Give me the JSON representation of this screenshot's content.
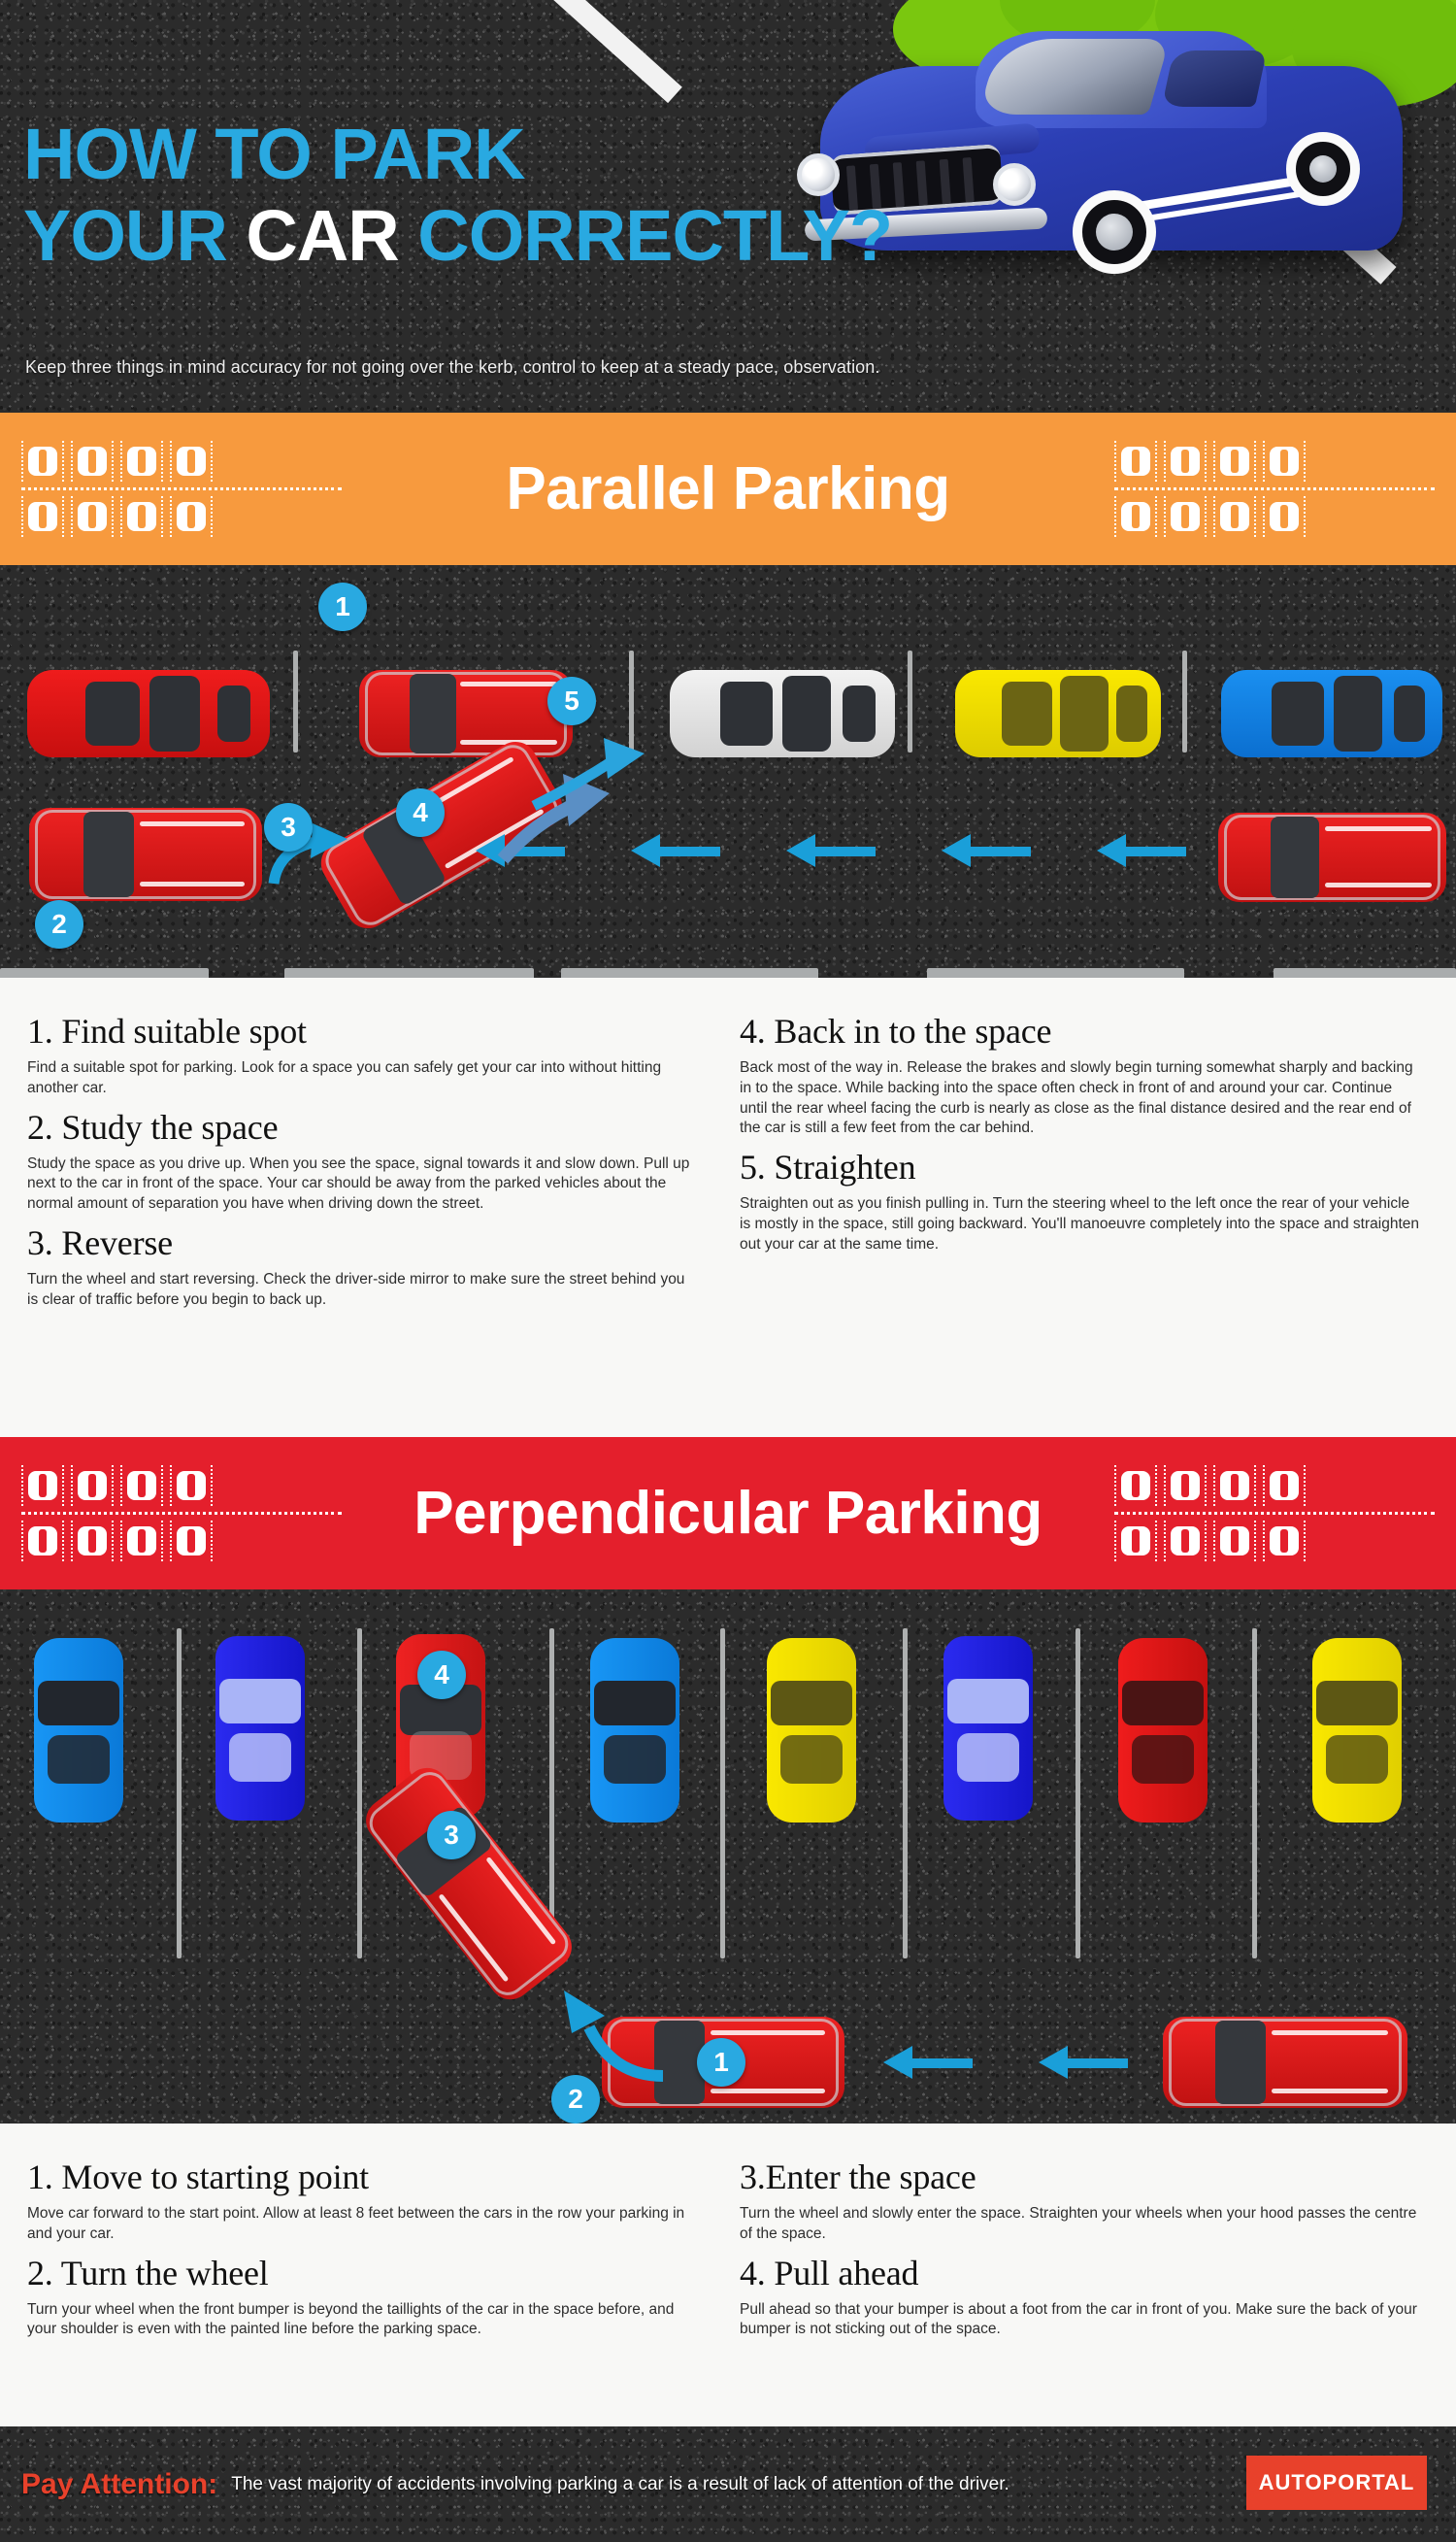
{
  "header": {
    "title_line1_part1": "HOW TO PARK",
    "title_line2_part1": "YOUR ",
    "title_line2_highlight": "CAR",
    "title_line2_part2": " CORRECTLY?",
    "subtitle": "Keep three things in mind accuracy for not going over the kerb, control to keep at a steady pace, observation."
  },
  "colors": {
    "accent_blue": "#29a9e1",
    "banner_orange": "#f79a3e",
    "banner_red": "#e41f2c",
    "logo_red": "#e8412b",
    "grass_green": "#7ac70f"
  },
  "parallel": {
    "banner_title": "Parallel Parking",
    "diagram_badges": [
      "1",
      "2",
      "3",
      "4",
      "5"
    ],
    "steps": [
      {
        "heading": "1. Find suitable spot",
        "body": "Find a suitable spot for parking. Look for a space you can safely get your car into without hitting another car."
      },
      {
        "heading": "2. Study the space",
        "body": "Study the space as you drive up. When you see the space, signal towards it and slow down. Pull up next to the car in front of the space. Your car should be away from the parked vehicles about the normal amount of separation you have when driving down the street."
      },
      {
        "heading": "3. Reverse",
        "body": "Turn the wheel and start reversing. Check the driver-side mirror to make sure the street behind you is clear of traffic before you begin to back up."
      },
      {
        "heading": "4. Back in to the space",
        "body": "Back most of the way in. Release the brakes and slowly begin turning somewhat sharply and backing in to the space. While backing into the space often check in front of and around your car. Continue until the rear wheel facing the curb is nearly as close as the final distance desired and the rear end of the car is still a few feet from the car behind."
      },
      {
        "heading": "5. Straighten",
        "body": "Straighten out as you finish pulling in. Turn the steering wheel to the left once the rear of your vehicle is mostly in the space, still going backward. You'll manoeuvre completely into the space and straighten out your car at the same time."
      }
    ]
  },
  "perpendicular": {
    "banner_title": "Perpendicular Parking",
    "diagram_badges": [
      "1",
      "2",
      "3",
      "4"
    ],
    "steps": [
      {
        "heading": "1. Move to starting point",
        "body": "Move car forward to the start point.  Allow at least 8 feet between the cars in the row your parking in and your car."
      },
      {
        "heading": "2. Turn the wheel",
        "body": "Turn your wheel when the front bumper is beyond the taillights of the car in the space before, and your shoulder is even with the painted line before the parking space."
      },
      {
        "heading": "3.Enter the space",
        "body": "Turn the wheel and slowly enter the space. Straighten your wheels when your hood passes the centre of the space."
      },
      {
        "heading": "4. Pull ahead",
        "body": "Pull ahead so that your bumper is about a foot from the car in front of you. Make sure the back of your bumper is not sticking out of the space."
      }
    ]
  },
  "footer": {
    "label": "Pay Attention:",
    "note": "The vast majority of accidents involving parking a car is a result of lack of attention of the driver.",
    "logo": "AUTOPORTAL"
  }
}
